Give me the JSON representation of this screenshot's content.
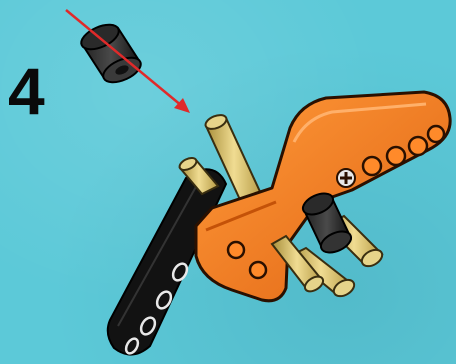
{
  "instruction_step": {
    "step_number": "4"
  },
  "colors": {
    "background": "#5cc9d8",
    "orange_part": "#f47a1f",
    "black_part": "#111111",
    "pin_tan": "#d9c47a",
    "arrow_red": "#e02a2a"
  },
  "icons": {
    "bushing": "black-bushing",
    "arrow": "red-assembly-arrow",
    "beam": "orange-bent-beam",
    "lift_arm": "black-lift-arm",
    "pins": "tan-axle-pins"
  }
}
